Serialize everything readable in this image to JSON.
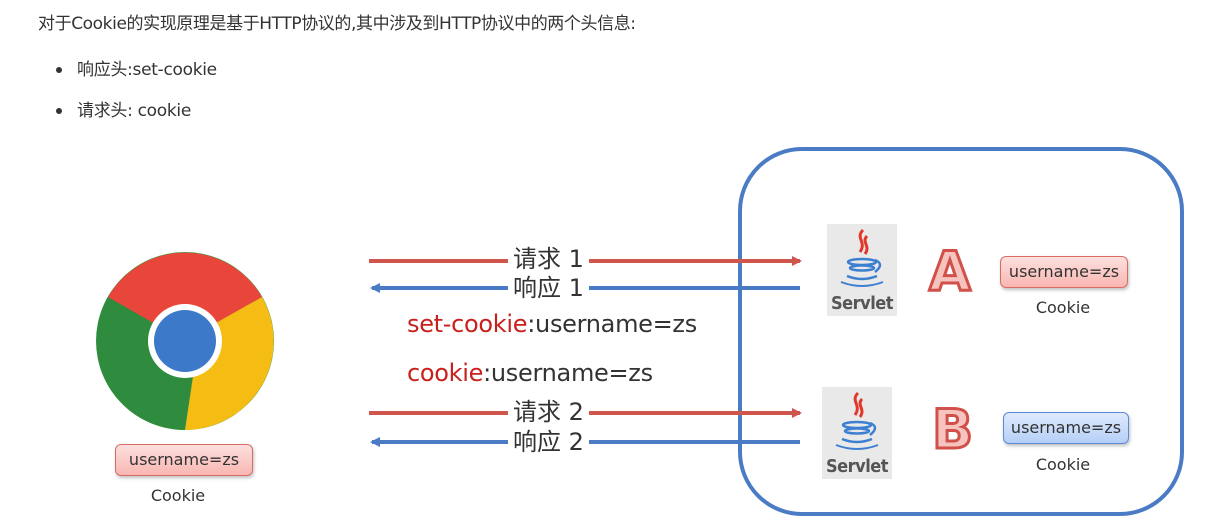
{
  "intro": "对于Cookie的实现原理是基于HTTP协议的,其中涉及到HTTP协议中的两个头信息:",
  "bullets": [
    {
      "text": "响应头:set-cookie"
    },
    {
      "text": "请求头: cookie"
    }
  ],
  "diagram": {
    "browser": {
      "icon": "chrome-icon",
      "cookie_value": "username=zs",
      "cookie_label": "Cookie"
    },
    "messages": {
      "request1": "请求 1",
      "response1": "响应 1",
      "set_cookie_key": "set-cookie",
      "set_cookie_value": ":username=zs",
      "cookie_key": "cookie",
      "cookie_value": ":username=zs",
      "request2": "请求 2",
      "response2": "响应 2"
    },
    "server": {
      "servlets": [
        {
          "icon": "java-servlet-icon",
          "label": "Servlet",
          "letter": "A",
          "cookie_value": "username=zs",
          "cookie_label": "Cookie",
          "cookie_color": "red"
        },
        {
          "icon": "java-servlet-icon",
          "label": "Servlet",
          "letter": "B",
          "cookie_value": "username=zs",
          "cookie_label": "Cookie",
          "cookie_color": "blue"
        }
      ]
    },
    "colors": {
      "request_arrow": "#d0554c",
      "response_arrow": "#4a7cc6",
      "server_border": "#4a7cc6",
      "header_key": "#c8201c"
    }
  }
}
